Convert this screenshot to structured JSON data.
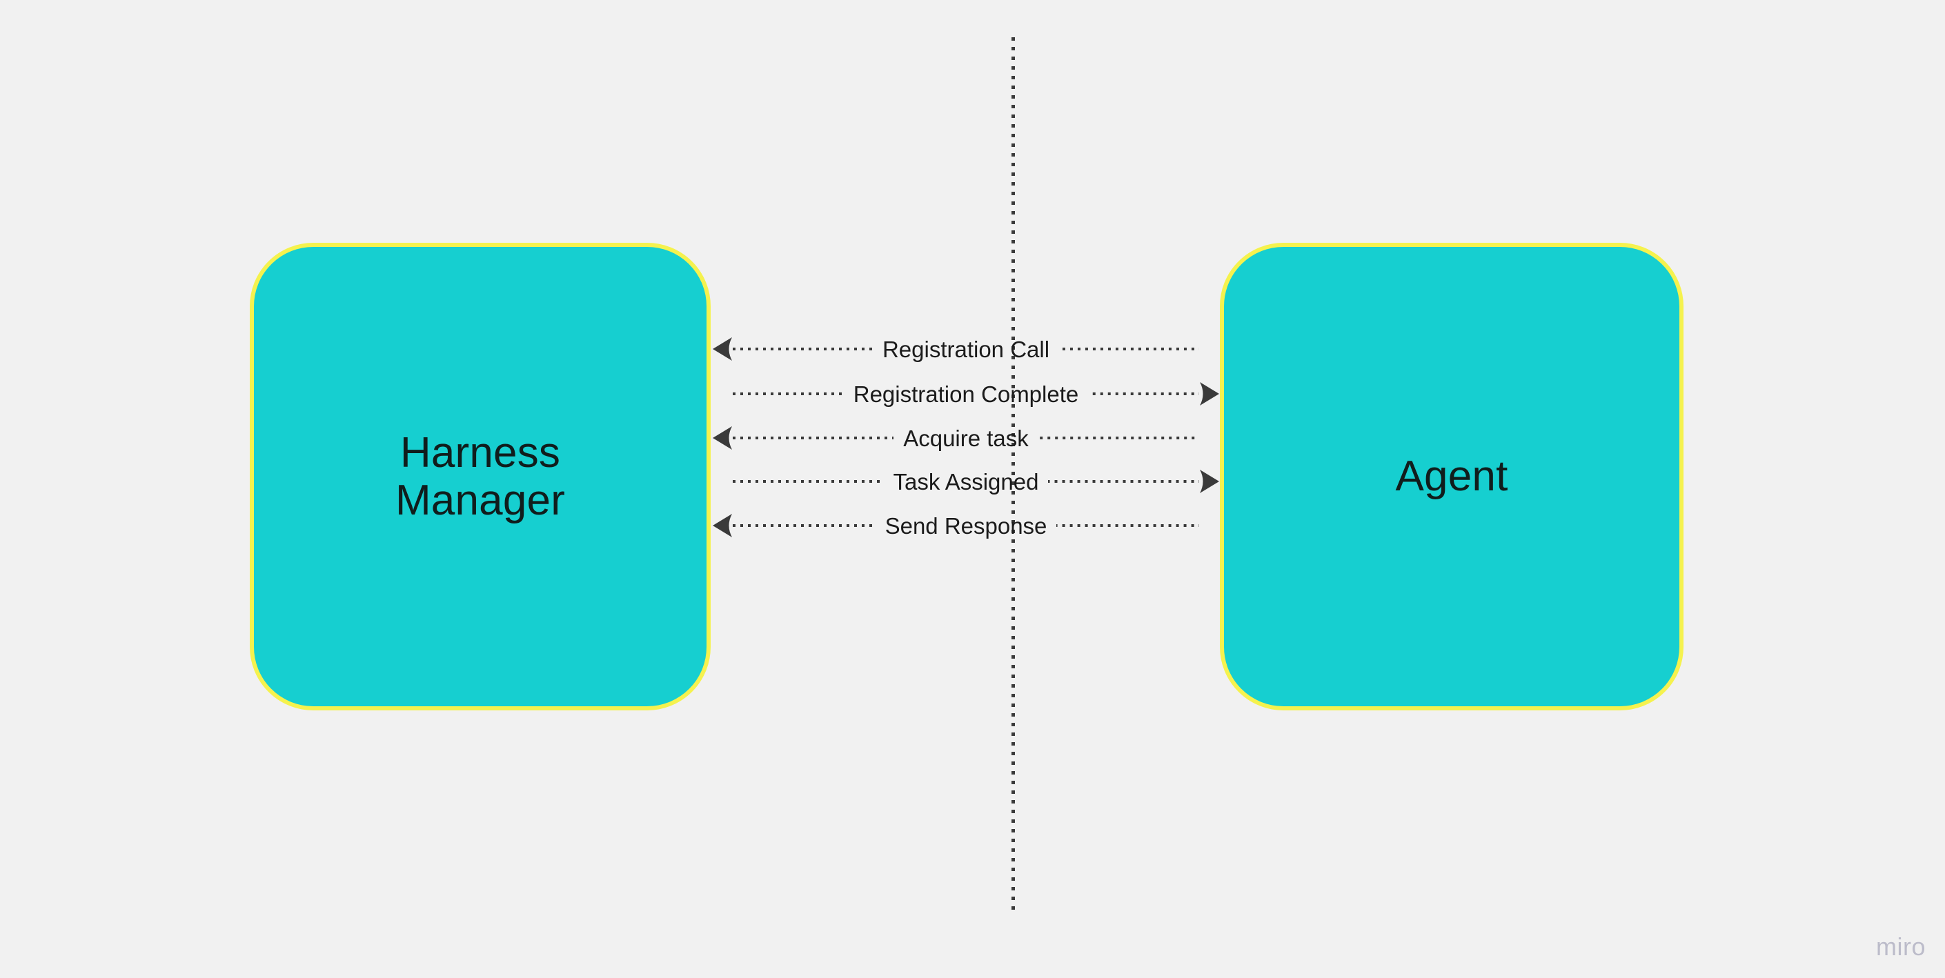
{
  "board": {
    "background_color": "#f1f1f1",
    "watermark": "miro"
  },
  "diagram": {
    "type": "sequence-diagram",
    "title": "",
    "nodes": [
      {
        "id": "harness-manager",
        "label": "Harness\nManager",
        "fill_color": "#16cfd0",
        "border_color": "#f5f24e",
        "text_color": "#101d1c"
      },
      {
        "id": "agent",
        "label": "Agent",
        "fill_color": "#16cfd0",
        "border_color": "#f5f24e",
        "text_color": "#101d1c"
      }
    ],
    "divider": {
      "style": "dotted",
      "color": "#3a3a3a",
      "orientation": "vertical"
    },
    "messages": [
      {
        "index": 1,
        "label": "Registration Call",
        "direction": "left",
        "from": "agent",
        "to": "harness-manager",
        "line_style": "dotted",
        "color": "#3a3a3a"
      },
      {
        "index": 2,
        "label": "Registration Complete",
        "direction": "right",
        "from": "harness-manager",
        "to": "agent",
        "line_style": "dotted",
        "color": "#3a3a3a"
      },
      {
        "index": 3,
        "label": "Acquire task",
        "direction": "left",
        "from": "agent",
        "to": "harness-manager",
        "line_style": "dotted",
        "color": "#3a3a3a"
      },
      {
        "index": 4,
        "label": "Task Assigned",
        "direction": "right",
        "from": "harness-manager",
        "to": "agent",
        "line_style": "dotted",
        "color": "#3a3a3a"
      },
      {
        "index": 5,
        "label": "Send Response",
        "direction": "left",
        "from": "agent",
        "to": "harness-manager",
        "line_style": "dotted",
        "color": "#3a3a3a"
      }
    ]
  }
}
